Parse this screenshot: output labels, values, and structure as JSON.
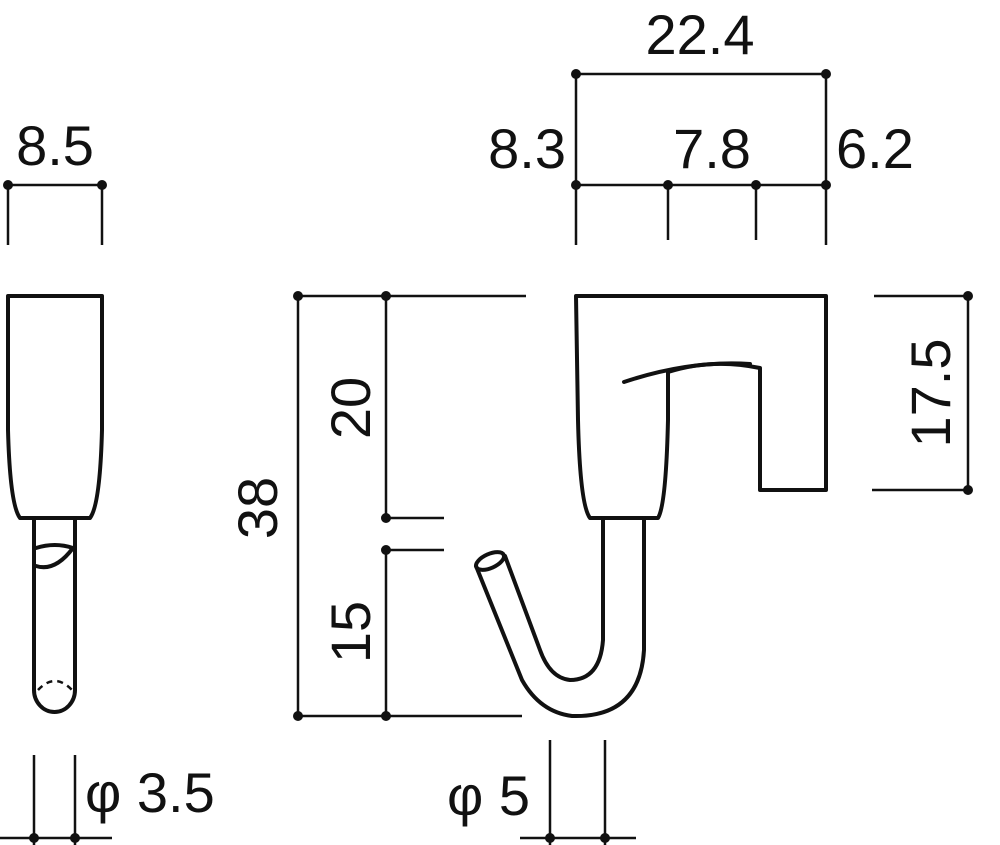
{
  "dimensions": {
    "side_width": "8.5",
    "total_width": "22.4",
    "left_segment": "8.3",
    "middle_segment": "7.8",
    "right_segment": "6.2",
    "overall_height": "38",
    "upper_height": "20",
    "lower_height": "15",
    "block_height": "17.5",
    "side_rod_diameter": "φ 3.5",
    "hook_rod_diameter": "φ 5"
  }
}
